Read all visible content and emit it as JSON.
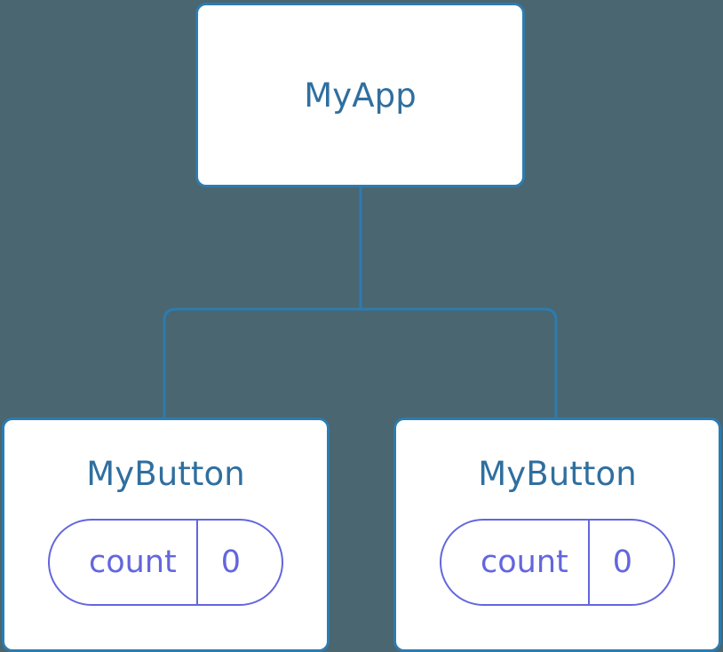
{
  "diagram": {
    "type": "component-tree",
    "background_color": "#4a6670",
    "node_border_color": "#2c7cb0",
    "node_fill_color": "#ffffff",
    "node_title_color": "#2f6f9f",
    "edge_color": "#2c7cb0",
    "state_accent_color": "#6366dd",
    "root": {
      "title": "MyApp"
    },
    "children": [
      {
        "title": "MyButton",
        "state": {
          "key": "count",
          "value": "0"
        }
      },
      {
        "title": "MyButton",
        "state": {
          "key": "count",
          "value": "0"
        }
      }
    ]
  }
}
